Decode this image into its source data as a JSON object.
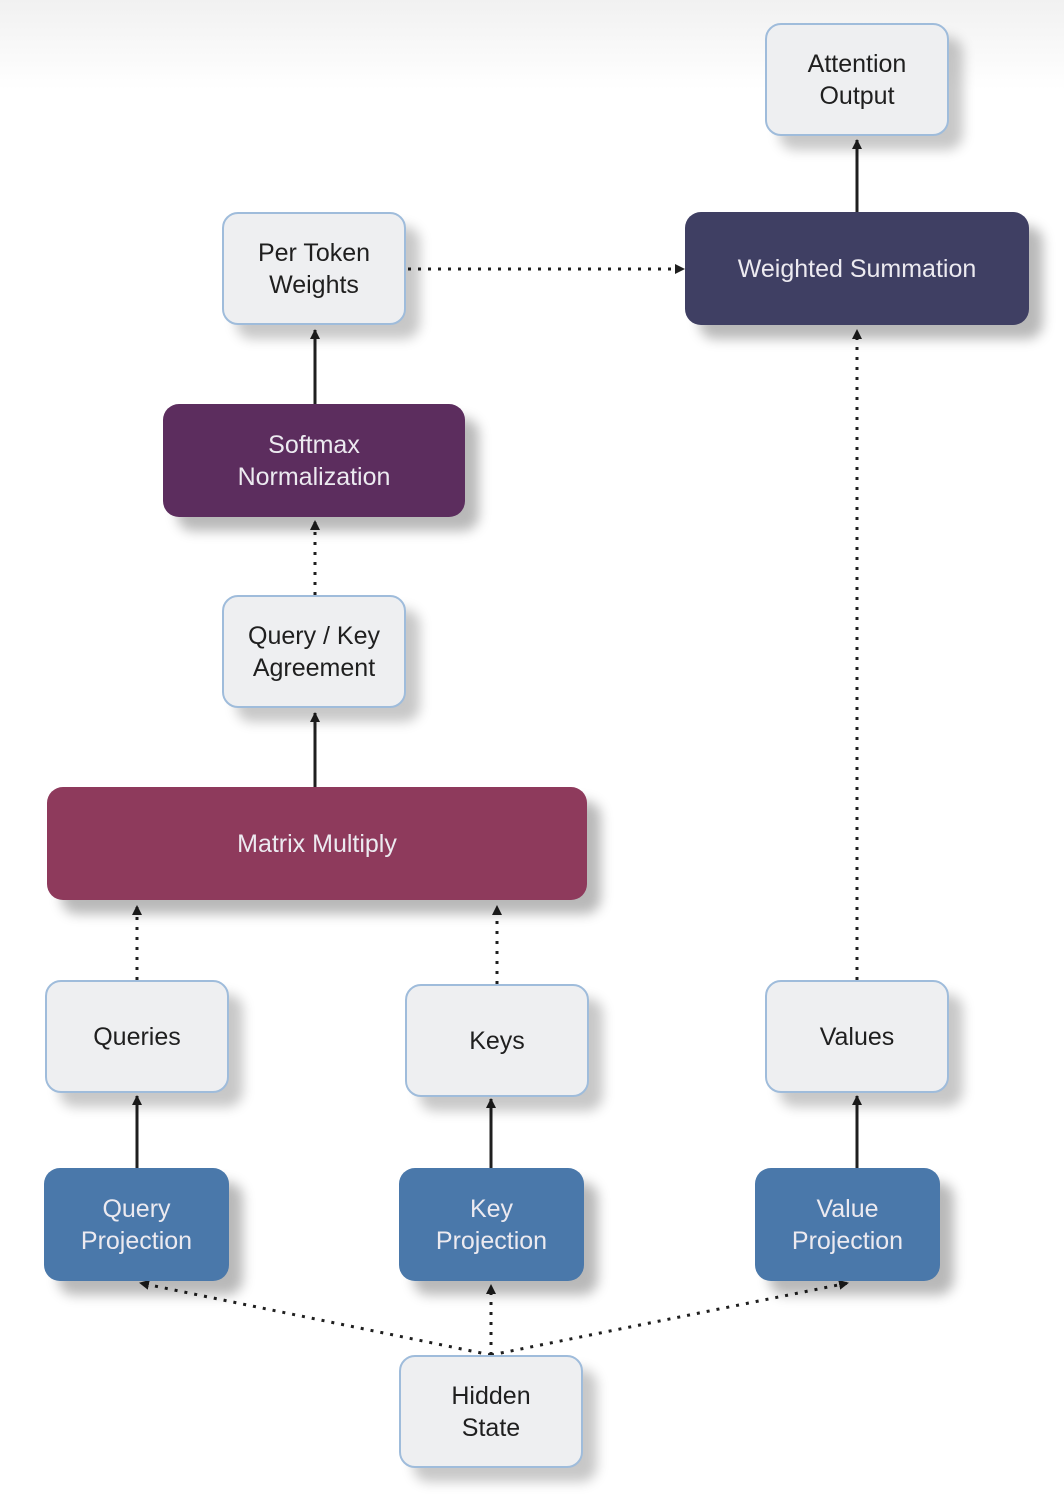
{
  "diagram": {
    "colors": {
      "light_fill": "#eeeff1",
      "light_border": "#9fbcdb",
      "projection": "#4a78aa",
      "matrix_multiply": "#8e3a5c",
      "softmax": "#5c2d5e",
      "weighted_summation": "#3f3f63",
      "edge": "#1f1f1f"
    },
    "nodes": {
      "hidden_state": "Hidden\nState",
      "query_projection": "Query\nProjection",
      "key_projection": "Key\nProjection",
      "value_projection": "Value\nProjection",
      "queries": "Queries",
      "keys": "Keys",
      "values": "Values",
      "matrix_multiply": "Matrix Multiply",
      "query_key_agreement": "Query / Key\nAgreement",
      "softmax_normalization": "Softmax\nNormalization",
      "per_token_weights": "Per Token\nWeights",
      "weighted_summation": "Weighted Summation",
      "attention_output": "Attention\nOutput"
    },
    "edges": [
      {
        "from": "hidden_state",
        "to": "query_projection",
        "style": "dotted"
      },
      {
        "from": "hidden_state",
        "to": "key_projection",
        "style": "dotted"
      },
      {
        "from": "hidden_state",
        "to": "value_projection",
        "style": "dotted"
      },
      {
        "from": "query_projection",
        "to": "queries",
        "style": "solid"
      },
      {
        "from": "key_projection",
        "to": "keys",
        "style": "solid"
      },
      {
        "from": "value_projection",
        "to": "values",
        "style": "solid"
      },
      {
        "from": "queries",
        "to": "matrix_multiply",
        "style": "dotted"
      },
      {
        "from": "keys",
        "to": "matrix_multiply",
        "style": "dotted"
      },
      {
        "from": "matrix_multiply",
        "to": "query_key_agreement",
        "style": "solid"
      },
      {
        "from": "query_key_agreement",
        "to": "softmax_normalization",
        "style": "dotted"
      },
      {
        "from": "softmax_normalization",
        "to": "per_token_weights",
        "style": "solid"
      },
      {
        "from": "per_token_weights",
        "to": "weighted_summation",
        "style": "dotted"
      },
      {
        "from": "values",
        "to": "weighted_summation",
        "style": "dotted"
      },
      {
        "from": "weighted_summation",
        "to": "attention_output",
        "style": "solid"
      }
    ]
  }
}
